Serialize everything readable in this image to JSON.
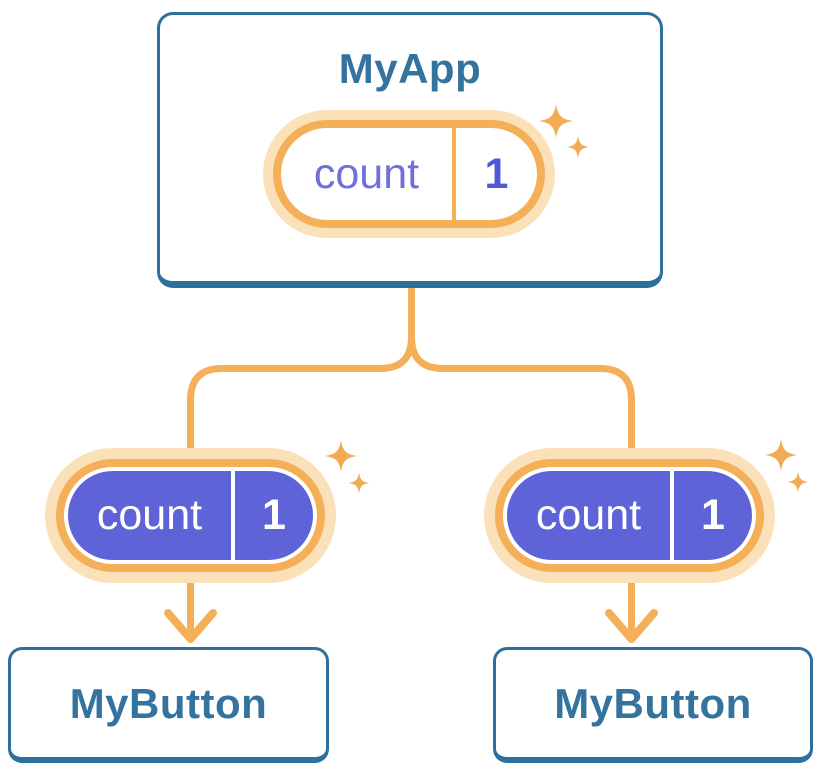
{
  "app": {
    "root": {
      "title": "MyApp",
      "pill": {
        "label": "count",
        "value": "1"
      }
    },
    "children": [
      {
        "title": "MyButton",
        "pill": {
          "label": "count",
          "value": "1"
        }
      },
      {
        "title": "MyButton",
        "pill": {
          "label": "count",
          "value": "1"
        }
      }
    ],
    "icons": [
      "sparkle-icon",
      "arrow-down-icon",
      "tree-connector"
    ],
    "colors": {
      "card_border_blue": "#2E709C",
      "title_text_blue": "#35739F",
      "pill_fill_purple": "#5E63D8",
      "parent_label_purple": "#6F70DA",
      "parent_value_purple": "#4F58D6",
      "orange": "#F4AF58",
      "orange_pale_glow": "#FBE1BA",
      "background": "#FFFFFF"
    }
  }
}
